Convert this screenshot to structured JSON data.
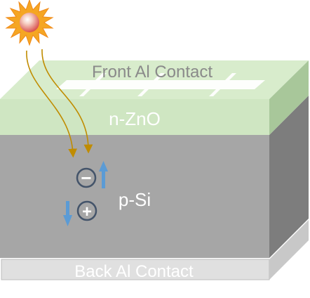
{
  "diagram": {
    "labels": {
      "front_contact": "Front Al Contact",
      "n_layer": "n-ZnO",
      "p_layer": "p-Si",
      "back_contact": "Back Al Contact",
      "electron_symbol": "−",
      "hole_symbol": "+"
    },
    "colors": {
      "zno_front": "#cfe6c2",
      "zno_top": "#d8eccc",
      "zno_side": "#a8c79a",
      "si_front": "#a6a6a6",
      "si_side": "#7d7d7d",
      "back_contact_front": "#e0e0e0",
      "back_contact_side": "#c8c8c8",
      "photon_arrow": "#c08c00",
      "carrier_circle": "#44546a",
      "carrier_arrow": "#5b9bd5",
      "label_dark": "#8a8a8a",
      "label_light": "#ffffff"
    },
    "icons": {
      "sun": "sun-icon"
    }
  }
}
